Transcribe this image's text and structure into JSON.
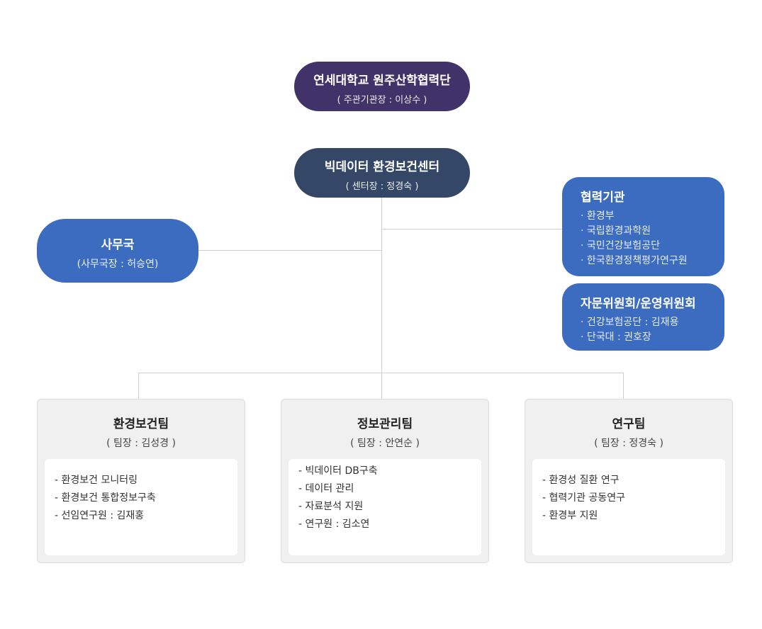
{
  "top": {
    "title": "연세대학교 원주산학협력단",
    "subtitle": "( 주관기관장 : 이상수 )"
  },
  "center": {
    "title": "빅데이터 환경보건센터",
    "subtitle": "( 센터장 : 정경숙 )"
  },
  "office": {
    "title": "사무국",
    "subtitle": "(사무국장 : 허승연)"
  },
  "partners": {
    "title": "협력기관",
    "items": [
      "환경부",
      "국립환경과학원",
      "국민건강보험공단",
      "한국환경정책평가연구원"
    ]
  },
  "committee": {
    "title": "자문위원회/운영위원회",
    "items": [
      "건강보험공단 : 김재용",
      "단국대 : 권호장"
    ]
  },
  "teams": [
    {
      "title": "환경보건팀",
      "subtitle": "( 팀장 : 김성경 )",
      "items": [
        "환경보건 모니터링",
        "환경보건 통합정보구축",
        "선임연구원 : 김재홍"
      ]
    },
    {
      "title": "정보관리팀",
      "subtitle": "( 팀장 : 안연순 )",
      "items": [
        "빅데이터 DB구축",
        "데이터 관리",
        "자료분석 지원",
        "연구원 : 김소연"
      ]
    },
    {
      "title": "연구팀",
      "subtitle": "( 팀장 : 정경숙 )",
      "items": [
        "환경성 질환 연구",
        "협력기관 공동연구",
        "환경부 지원"
      ]
    }
  ],
  "colors": {
    "top": "#41336a",
    "center": "#344766",
    "blue": "#3b6cc0",
    "line": "#cfcfcf"
  }
}
